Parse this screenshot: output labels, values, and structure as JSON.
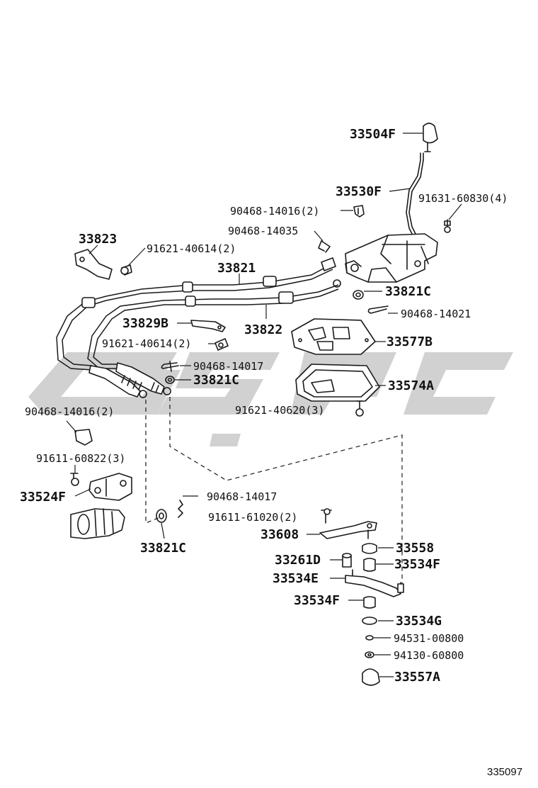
{
  "diagram_id": "335097",
  "watermark": {
    "color": "#c9c9c9"
  },
  "callouts": {
    "c33504F": "33504F",
    "c33530F": "33530F",
    "c91631_60830": "91631-60830(4)",
    "c90468_14016_a": "90468-14016(2)",
    "c90468_14035": "90468-14035",
    "c33823": "33823",
    "c91621_40614_a": "91621-40614(2)",
    "c33821": "33821",
    "c33821C_a": "33821C",
    "c90468_14021": "90468-14021",
    "c33829B": "33829B",
    "c33822": "33822",
    "c91621_40614_b": "91621-40614(2)",
    "c33577B": "33577B",
    "c90468_14017_a": "90468-14017",
    "c33821C_b": "33821C",
    "c33574A": "33574A",
    "c90468_14016_b": "90468-14016(2)",
    "c91621_40620": "91621-40620(3)",
    "c91611_60822": "91611-60822(3)",
    "c33524F": "33524F",
    "c90468_14017_b": "90468-14017",
    "c91611_61020": "91611-61020(2)",
    "c33608": "33608",
    "c33821C_c": "33821C",
    "c33558": "33558",
    "c33261D": "33261D",
    "c33534F_a": "33534F",
    "c33534E": "33534E",
    "c33534F_b": "33534F",
    "c33534G": "33534G",
    "c94531_00800": "94531-00800",
    "c94130_60800": "94130-60800",
    "c33557A": "33557A"
  }
}
